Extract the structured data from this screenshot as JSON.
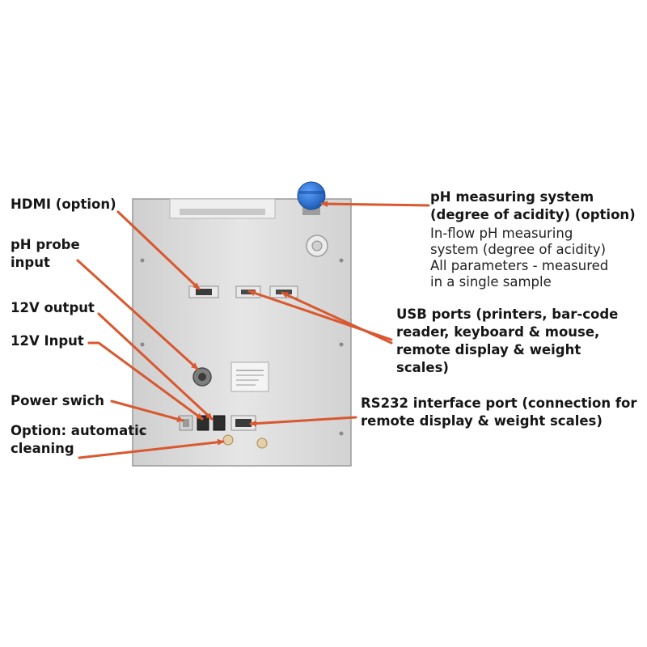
{
  "labels": {
    "hdmi": "HDMI (option)",
    "ph_probe": [
      "pH probe",
      "input"
    ],
    "out12v": "12V output",
    "in12v": "12V Input",
    "power": "Power swich",
    "cleaning": [
      "Option: automatic",
      "cleaning"
    ],
    "ph_system": {
      "title": [
        "pH measuring system",
        "(degree of acidity) (option)"
      ],
      "description": [
        "In-flow pH measuring",
        "system (degree of acidity)",
        "All parameters - measured",
        "in a single sample"
      ]
    },
    "usb": [
      "USB ports (printers, bar-code",
      "reader, keyboard & mouse,",
      "remote display & weight",
      "scales)"
    ],
    "rs232": [
      "RS232 interface port (connection for",
      "remote display & weight scales)"
    ]
  },
  "colors": {
    "arrow": "#d9582f",
    "panel": "#dedede",
    "text": "#161616",
    "cap": "#2a6fc9"
  }
}
